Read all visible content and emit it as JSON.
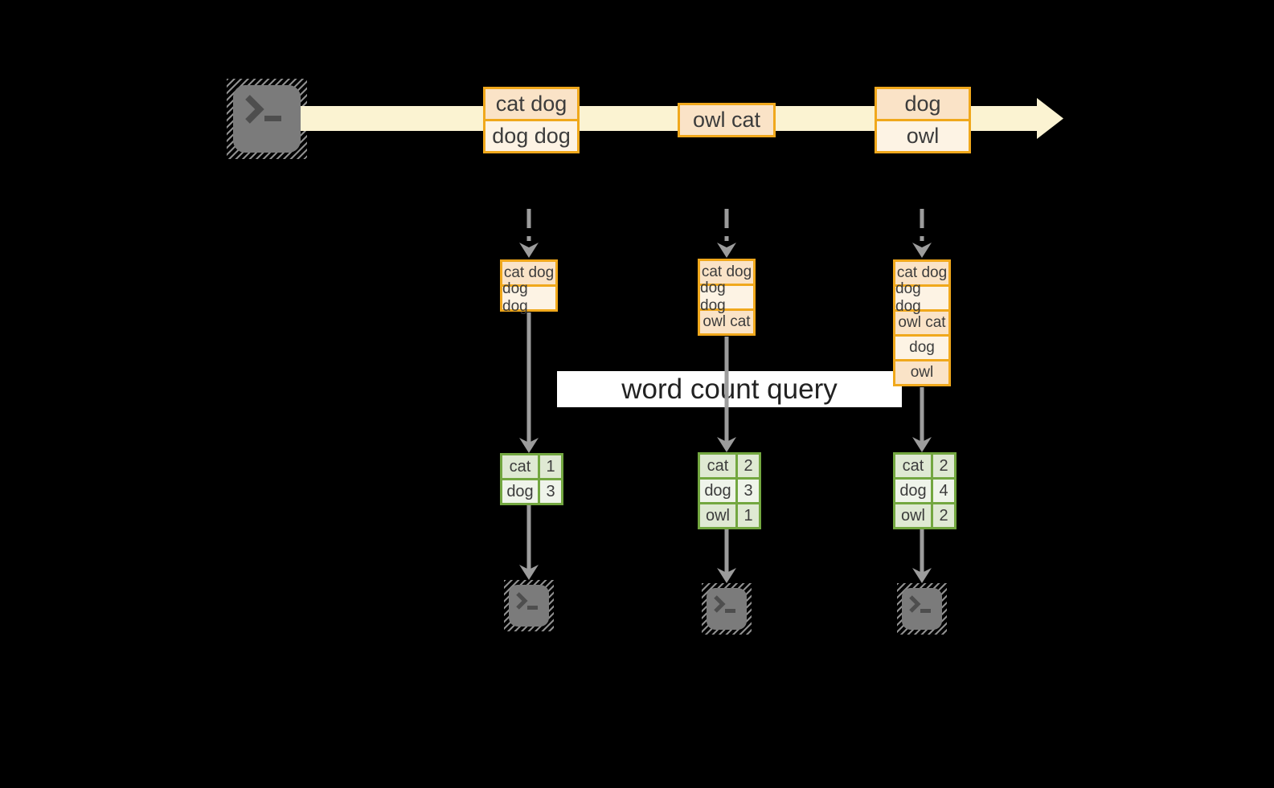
{
  "query_label": "word count query",
  "stream": {
    "events": [
      {
        "lines": [
          "cat dog",
          "dog dog"
        ]
      },
      {
        "lines": [
          "owl cat"
        ]
      },
      {
        "lines": [
          "dog",
          "owl"
        ]
      }
    ]
  },
  "columns": [
    {
      "stack": [
        "cat dog",
        "dog dog"
      ],
      "table": [
        {
          "word": "cat",
          "count": "1"
        },
        {
          "word": "dog",
          "count": "3"
        }
      ]
    },
    {
      "stack": [
        "cat dog",
        "dog dog",
        "owl cat"
      ],
      "table": [
        {
          "word": "cat",
          "count": "2"
        },
        {
          "word": "dog",
          "count": "3"
        },
        {
          "word": "owl",
          "count": "1"
        }
      ]
    },
    {
      "stack": [
        "cat dog",
        "dog dog",
        "owl cat",
        "dog",
        "owl"
      ],
      "table": [
        {
          "word": "cat",
          "count": "2"
        },
        {
          "word": "dog",
          "count": "4"
        },
        {
          "word": "owl",
          "count": "2"
        }
      ]
    }
  ],
  "icons": {
    "source_icon": "terminal-prompt-icon",
    "output_icon": "terminal-prompt-icon"
  },
  "colors": {
    "background": "#000000",
    "stream_band": "#fbf3d2",
    "event_border": "#f0a81c",
    "event_fill_dark": "#fae3c7",
    "event_fill_light": "#fdf3e4",
    "table_border": "#73a740",
    "table_row_green": "#dfe9d3",
    "table_row_light": "#eff4ea",
    "arrow_gray": "#9c9c9c",
    "terminal_gray": "#7b7b7b",
    "query_band_bg": "#ffffff",
    "text": "#3c3c3c"
  }
}
